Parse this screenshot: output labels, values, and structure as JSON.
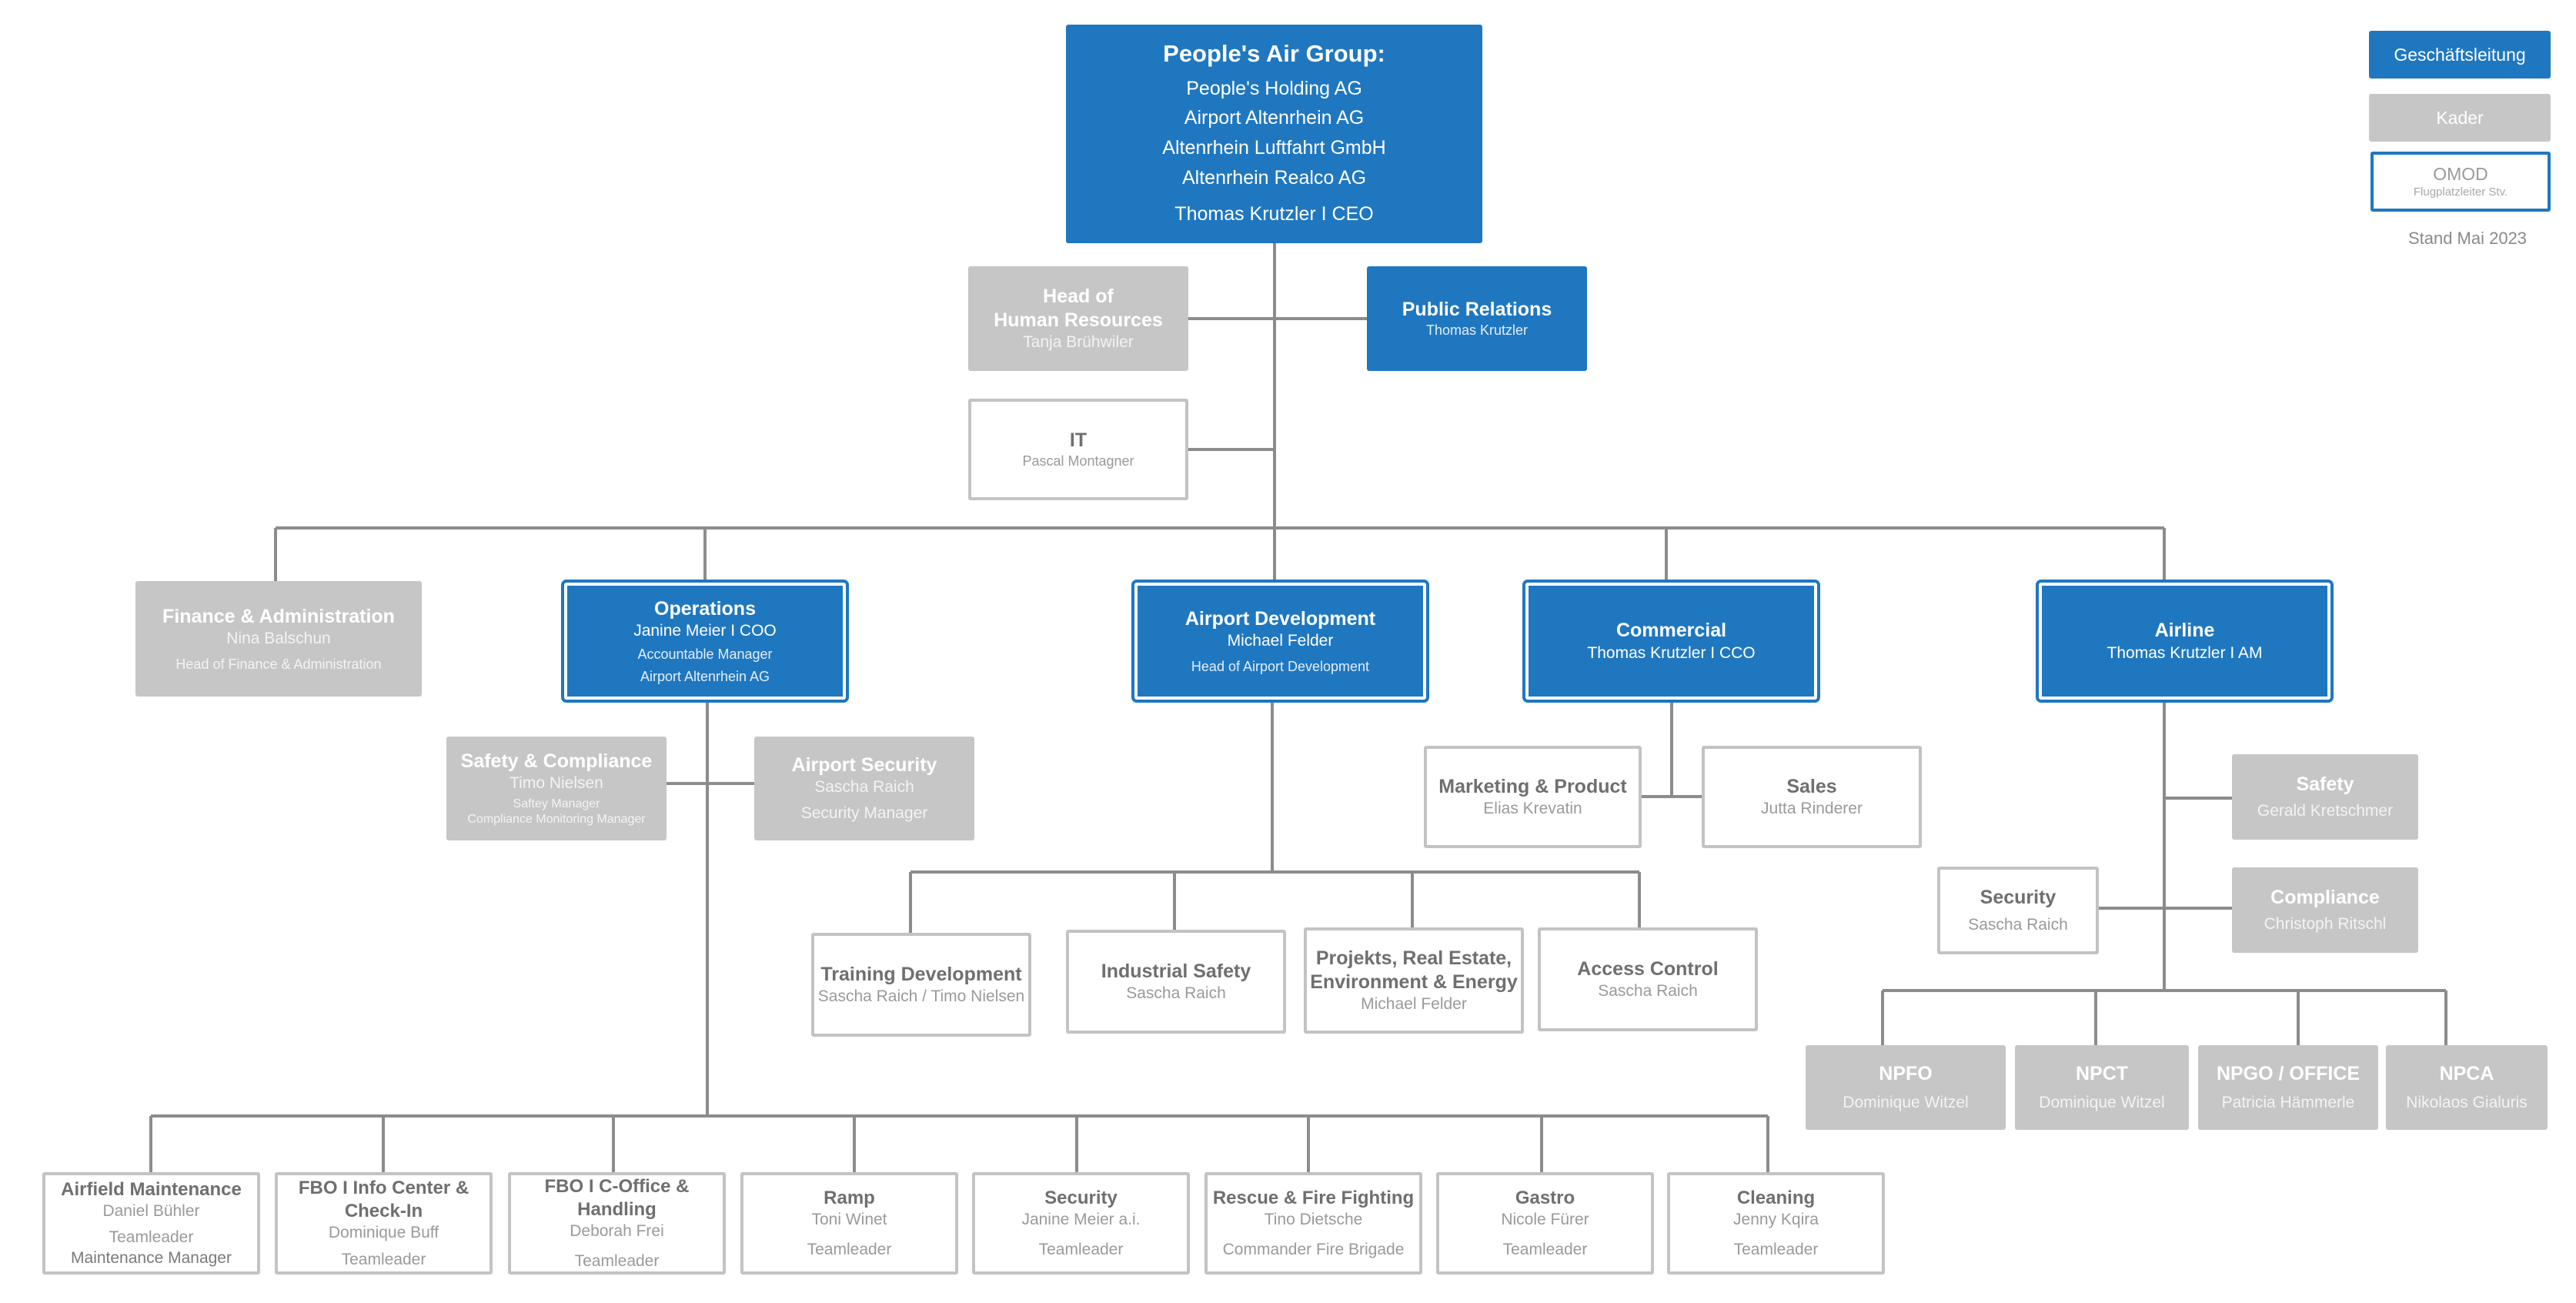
{
  "top": {
    "title": "People's Air Group:",
    "lines": [
      "People's Holding AG",
      "Airport Altenrhein AG",
      "Altenrhein Luftfahrt GmbH",
      "Altenrhein Realco AG"
    ],
    "ceo": "Thomas Krutzler I CEO"
  },
  "legend": {
    "geschaeftsleitung": "Geschäftsleitung",
    "kader": "Kader",
    "omod_title": "OMOD",
    "omod_sub": "Flugplatzleiter Stv.",
    "stand": "Stand Mai 2023"
  },
  "hr": {
    "title_1": "Head of",
    "title_2": "Human Resources",
    "name": "Tanja Brühwiler"
  },
  "pr": {
    "title": "Public Relations",
    "name": "Thomas Krutzler"
  },
  "it": {
    "title": "IT",
    "name": "Pascal Montagner"
  },
  "finance": {
    "title": "Finance & Administration",
    "name": "Nina Balschun",
    "role": "Head of Finance & Administration"
  },
  "operations": {
    "title": "Operations",
    "name": "Janine Meier I COO",
    "role_1": "Accountable Manager",
    "role_2": "Airport Altenrhein AG"
  },
  "airport_dev": {
    "title": "Airport Development",
    "name": "Michael Felder",
    "role": "Head of Airport Development"
  },
  "commercial": {
    "title": "Commercial",
    "name": "Thomas Krutzler I CCO"
  },
  "airline": {
    "title": "Airline",
    "name": "Thomas Krutzler I AM"
  },
  "safety_compliance": {
    "title": "Safety & Compliance",
    "name": "Timo Nielsen",
    "role_1": "Saftey Manager",
    "role_2": "Compliance Monitoring Manager"
  },
  "airport_security": {
    "title": "Airport Security",
    "name": "Sascha Raich",
    "role": "Security Manager"
  },
  "marketing": {
    "title": "Marketing & Product",
    "name": "Elias Krevatin"
  },
  "sales": {
    "title": "Sales",
    "name": "Jutta Rinderer"
  },
  "training": {
    "title": "Training Development",
    "name": "Sascha Raich / Timo Nielsen"
  },
  "industrial": {
    "title": "Industrial Safety",
    "name": "Sascha Raich"
  },
  "projekts": {
    "title_1": "Projekts, Real Estate,",
    "title_2": "Environment & Energy",
    "name": "Michael Felder"
  },
  "access": {
    "title": "Access Control",
    "name": "Sascha Raich"
  },
  "airline_safety": {
    "title": "Safety",
    "name": "Gerald Kretschmer"
  },
  "airline_compliance": {
    "title": "Compliance",
    "name": "Christoph Ritschl"
  },
  "airline_security": {
    "title": "Security",
    "name": "Sascha Raich"
  },
  "npfo": {
    "title": "NPFO",
    "name": "Dominique Witzel"
  },
  "npct": {
    "title": "NPCT",
    "name": "Dominique Witzel"
  },
  "npgo": {
    "title": "NPGO / OFFICE",
    "name": "Patricia Hämmerle"
  },
  "npca": {
    "title": "NPCA",
    "name": "Nikolaos Gialuris"
  },
  "airfield": {
    "title": "Airfield Maintenance",
    "name": "Daniel Bühler",
    "role_1": "Teamleader",
    "role_2": "Maintenance Manager"
  },
  "fbo_info": {
    "title_1": "FBO I Info Center &",
    "title_2": "Check-In",
    "name": "Dominique Buff",
    "role": "Teamleader"
  },
  "fbo_coffice": {
    "title": "FBO I C-Office & Handling",
    "name": "Deborah Frei",
    "role": "Teamleader"
  },
  "ramp": {
    "title": "Ramp",
    "name": "Toni Winet",
    "role": "Teamleader"
  },
  "ops_security": {
    "title": "Security",
    "name": "Janine Meier a.i.",
    "role": "Teamleader"
  },
  "rescue": {
    "title": "Rescue & Fire Fighting",
    "name": "Tino Dietsche",
    "role": "Commander Fire Brigade"
  },
  "gastro": {
    "title": "Gastro",
    "name": "Nicole Fürer",
    "role": "Teamleader"
  },
  "cleaning": {
    "title": "Cleaning",
    "name": "Jenny Kqira",
    "role": "Teamleader"
  },
  "colors": {
    "blue": "#1f77c0",
    "gray": "#c6c6c6",
    "line": "#8c8c8c"
  }
}
